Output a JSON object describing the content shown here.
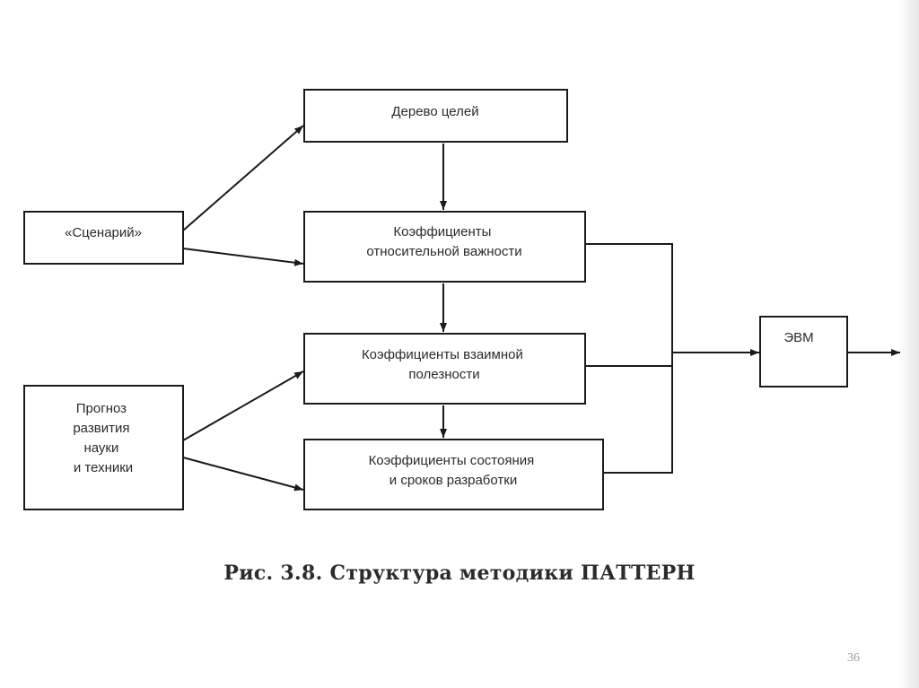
{
  "diagram": {
    "boxes": {
      "tree": [
        "Дерево целей"
      ],
      "scenario": [
        "«Сценарий»"
      ],
      "importance": [
        "Коэффициенты",
        "относительной важности"
      ],
      "utility": [
        "Коэффициенты взаимной",
        "полезности"
      ],
      "state": [
        "Коэффициенты состояния",
        "и сроков разработки"
      ],
      "forecast": [
        "Прогноз",
        "развития",
        "науки",
        "и техники"
      ],
      "computer": [
        "ЭВМ"
      ]
    }
  },
  "caption": "Рис. 3.8. Структура методики ПАТТЕРН",
  "page_number": "36"
}
